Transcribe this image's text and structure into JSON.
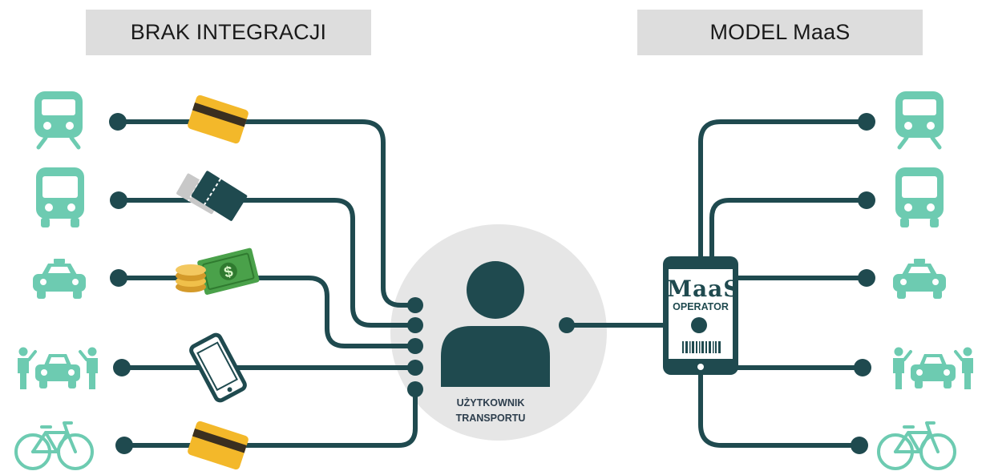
{
  "headers": {
    "left": "BRAK INTEGRACJI",
    "right": "MODEL MaaS"
  },
  "user": {
    "line1": "UŻYTKOWNIK",
    "line2": "TRANSPORTU",
    "icon": "person-icon"
  },
  "maas_phone": {
    "title": "MaaS",
    "subtitle": "OPERATOR",
    "icon": "smartphone-icon"
  },
  "transport_modes": [
    "train-icon",
    "bus-icon",
    "taxi-icon",
    "carsharing-icon",
    "bicycle-icon"
  ],
  "payment_methods": [
    "card-icon",
    "tickets-icon",
    "cash-icon",
    "phone-icon",
    "card-icon"
  ],
  "colors": {
    "mode_icon": "#6dcbb1",
    "line": "#1f4a4f",
    "card": "#f3b82a",
    "cash": "#4aa14a",
    "header_bg": "#dddddd",
    "hub_bg": "#e6e6e6"
  }
}
